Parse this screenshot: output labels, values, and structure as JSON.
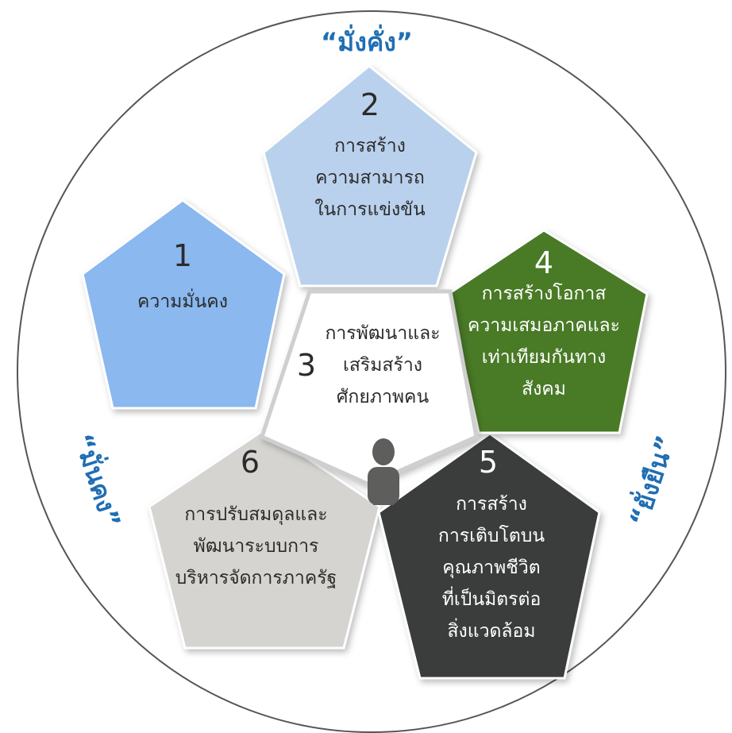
{
  "mottos": {
    "top": "“มั่งคั่ง”",
    "left": "“มั่นคง”",
    "right": "“ยั่งยืน”"
  },
  "pillars": [
    {
      "number": "1",
      "lines": [
        "ความมั่นคง"
      ],
      "fill": "#8ab8ef",
      "text_color": "#2b2b2b"
    },
    {
      "number": "2",
      "lines": [
        "การสร้าง",
        "ความสามารถ",
        "ในการแข่งขัน"
      ],
      "fill": "#b9d1ec",
      "text_color": "#2b2b2b"
    },
    {
      "number": "3",
      "lines": [
        "การพัฒนาและ",
        "เสริมสร้าง",
        "ศักยภาพคน"
      ],
      "fill": "#ffffff",
      "text_color": "#2b2b2b"
    },
    {
      "number": "4",
      "lines": [
        "การสร้างโอกาส",
        "ความเสมอภาคและ",
        "เท่าเทียมกันทาง",
        "สังคม"
      ],
      "fill": "#4a7a27",
      "text_color": "#ffffff"
    },
    {
      "number": "5",
      "lines": [
        "การสร้าง",
        "การเติบโตบน",
        "คุณภาพชีวิต",
        "ที่เป็นมิตรต่อ",
        "สิ่งแวดล้อม"
      ],
      "fill": "#3a3e3d",
      "text_color": "#ffffff"
    },
    {
      "number": "6",
      "lines": [
        "การปรับสมดุลและ",
        "พัฒนาระบบการ",
        "บริหารจัดการภาครัฐ"
      ],
      "fill": "#d5d4d0",
      "text_color": "#2b2b2b"
    }
  ],
  "icons": {
    "center": "person-icon"
  }
}
